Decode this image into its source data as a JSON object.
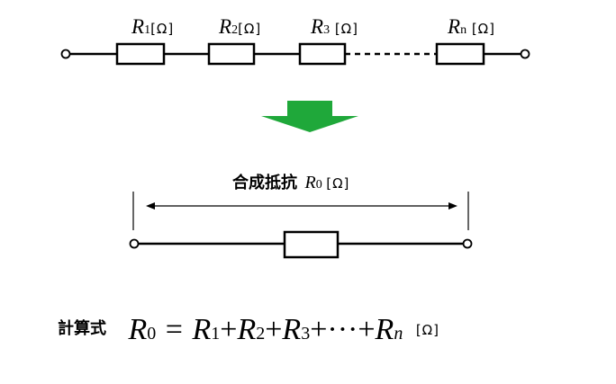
{
  "series_circuit": {
    "resistors": [
      {
        "symbol": "R",
        "index": "1",
        "unit": "[Ω]"
      },
      {
        "symbol": "R",
        "index": "2",
        "unit": "[Ω]"
      },
      {
        "symbol": "R",
        "index": "3",
        "unit": "[Ω]"
      },
      {
        "symbol": "R",
        "index": "n",
        "unit": "[Ω]"
      }
    ]
  },
  "arrow_color": "#1fa83a",
  "combined": {
    "title": "合成抵抗",
    "symbol": "R",
    "index": "0",
    "unit": "[Ω]"
  },
  "formula": {
    "label": "計算式",
    "lhs_symbol": "R",
    "lhs_index": "0",
    "equals": "=",
    "terms": [
      {
        "symbol": "R",
        "index": "1"
      },
      {
        "symbol": "R",
        "index": "2"
      },
      {
        "symbol": "R",
        "index": "3"
      }
    ],
    "plus": "+",
    "ellipsis": "···",
    "last_symbol": "R",
    "last_index": "n",
    "unit": "[Ω]"
  }
}
